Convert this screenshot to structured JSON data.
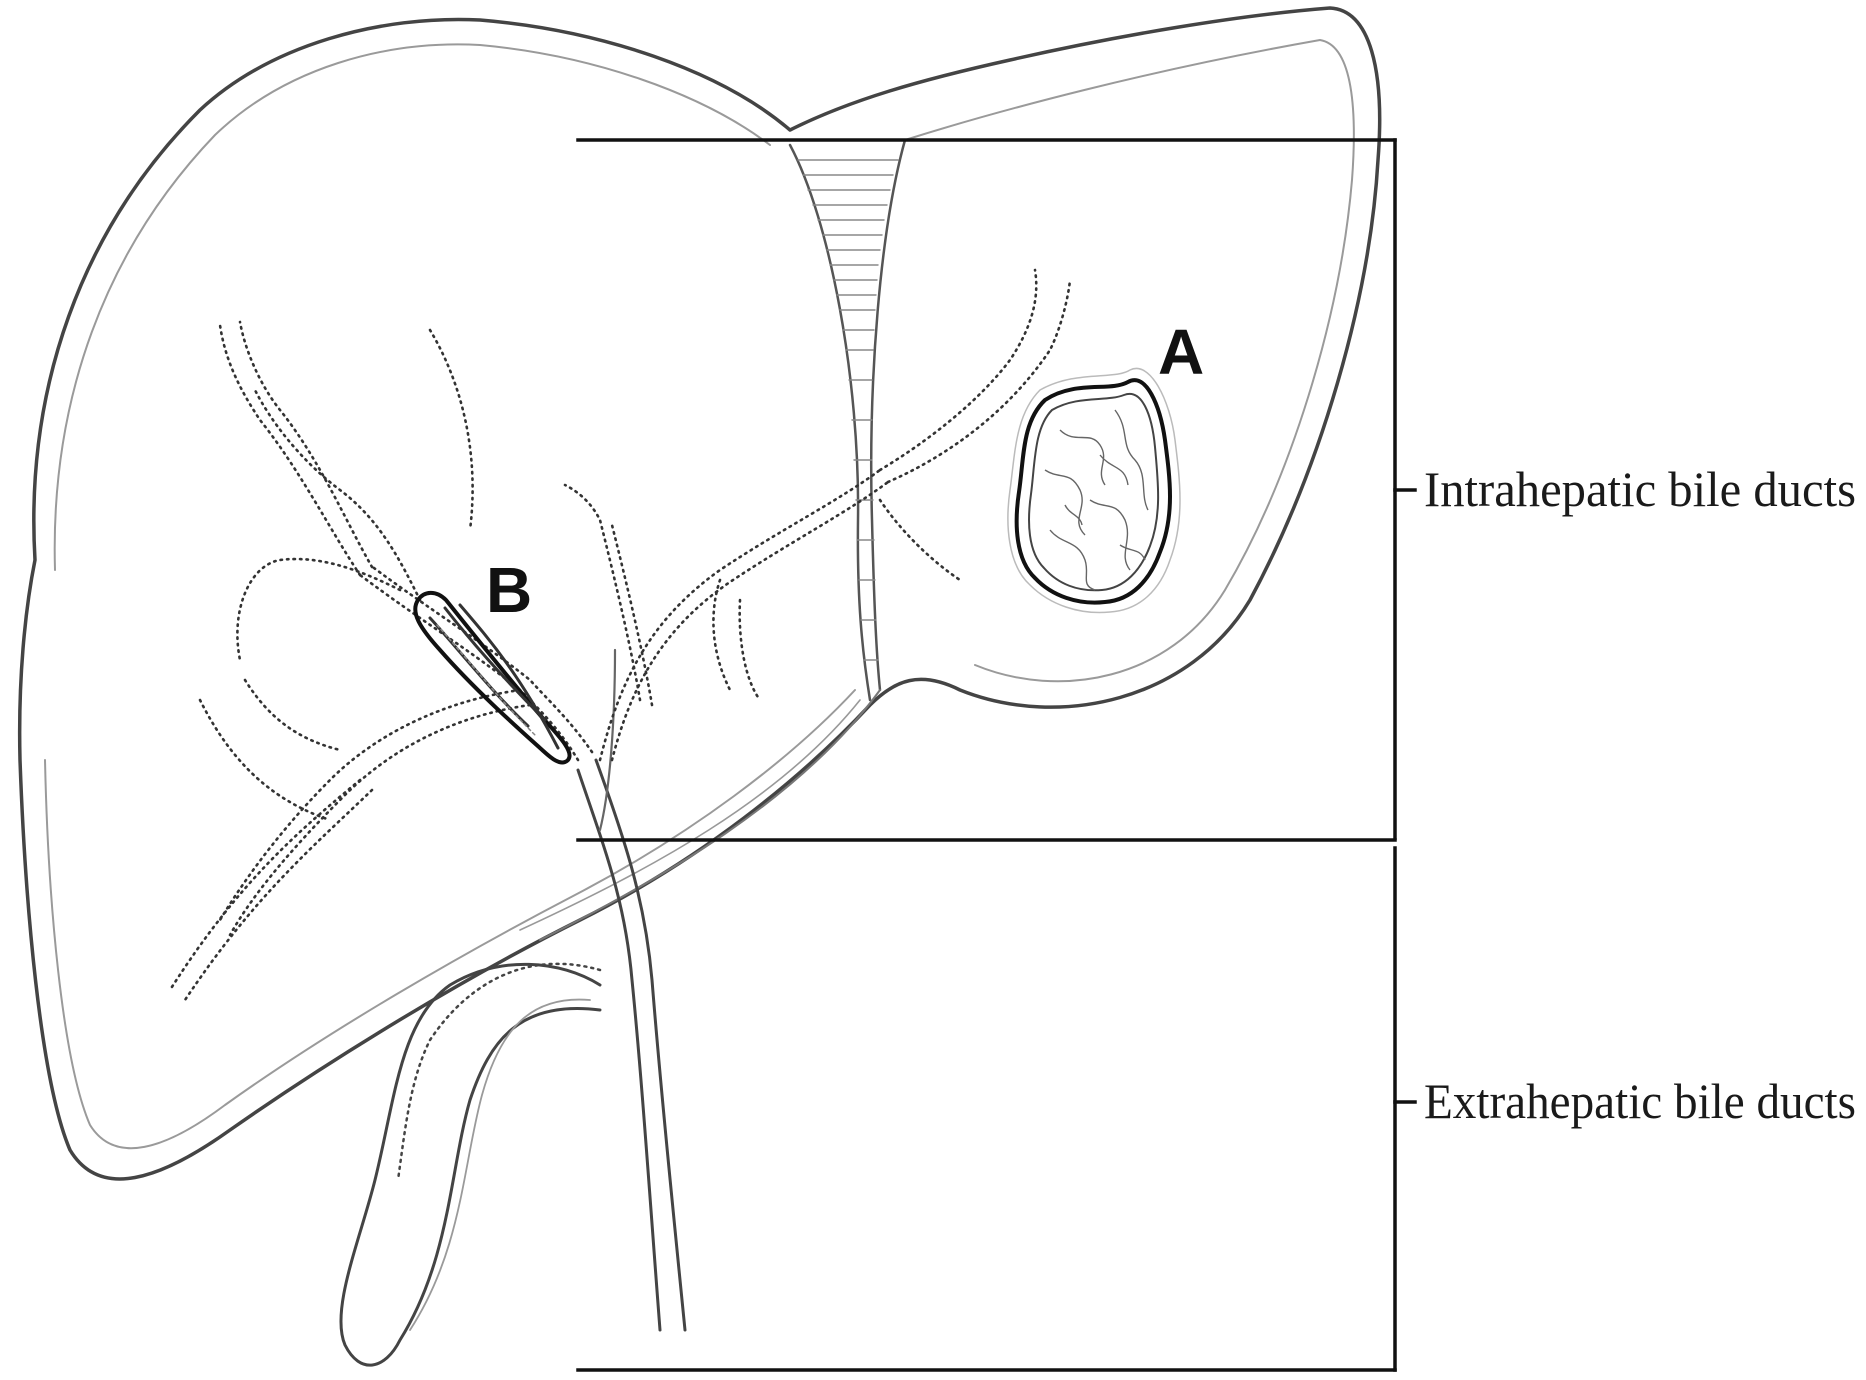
{
  "labels": {
    "intrahepatic": "Intrahepatic bile ducts",
    "extrahepatic": "Extrahepatic bile ducts",
    "tumor_a": "A",
    "tumor_b": "B"
  },
  "colors": {
    "outline": "#444444",
    "soft_outline": "#9a9a9a",
    "bracket": "#111111",
    "tumor": "#111111"
  }
}
